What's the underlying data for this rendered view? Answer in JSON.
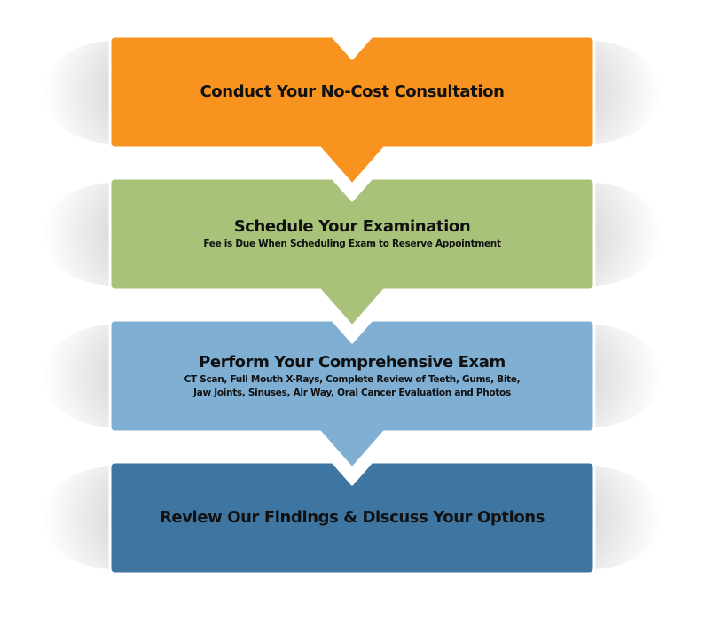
{
  "colors": {
    "step1": "#f7931e",
    "step2": "#a9c27a",
    "step3": "#7fb0d4",
    "step4": "#3f76a1",
    "text": "#111111"
  },
  "steps": [
    {
      "title": "Conduct Your No-Cost Consultation",
      "subtitle_lines": []
    },
    {
      "title": "Schedule Your Examination",
      "subtitle_lines": [
        "Fee is Due When Scheduling Exam to Reserve Appointment"
      ]
    },
    {
      "title": "Perform Your Comprehensive Exam",
      "subtitle_lines": [
        "CT Scan, Full Mouth X-Rays, Complete Review of Teeth, Gums, Bite,",
        "Jaw Joints, Sinuses, Air Way, Oral Cancer Evaluation and Photos"
      ]
    },
    {
      "title": "Review Our Findings & Discuss Your Options",
      "subtitle_lines": []
    }
  ]
}
